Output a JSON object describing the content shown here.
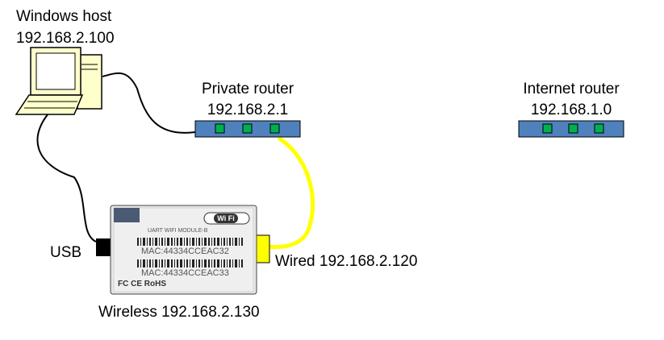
{
  "windows_host": {
    "name": "Windows host",
    "ip": "192.168.2.100"
  },
  "private_router": {
    "name": "Private router",
    "ip": "192.168.2.1"
  },
  "internet_router": {
    "name": "Internet router",
    "ip": "192.168.1.0"
  },
  "usb_label": "USB",
  "wired_label": "Wired 192.168.2.120",
  "wireless_label": "Wireless 192.168.2.130",
  "module": {
    "title": "UART WIFI MODULE-B",
    "mac1": "MAC:44334CCEAC32",
    "mac2": "MAC:44334CCEAC33",
    "marks": "FC CE RoHS",
    "wifi_badge": "Wi Fi"
  },
  "colors": {
    "router_body": "#4f81bd",
    "router_port": "#00b050",
    "computer_beige": "#ffffcc",
    "cable_black": "#000000",
    "cable_yellow": "#ffff00",
    "usb_plug": "#000000",
    "ethernet_plug": "#ffff00"
  },
  "icons": [
    "computer-icon",
    "router-icon",
    "wifi-module-icon"
  ]
}
